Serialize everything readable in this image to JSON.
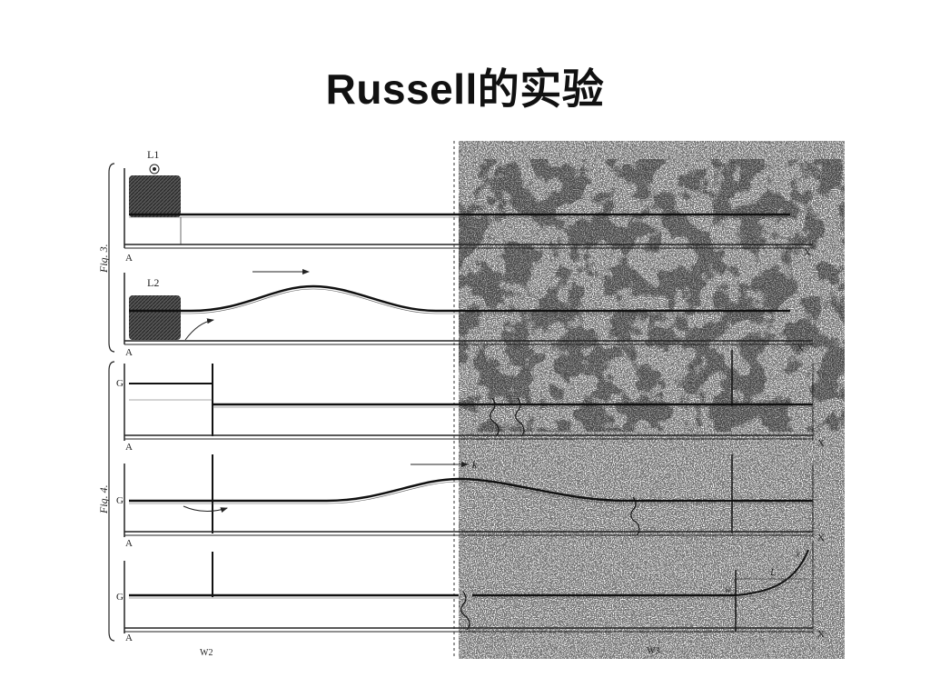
{
  "slide": {
    "title": "Russell的实验"
  },
  "figure": {
    "fig3_caption": "Fig. 3.",
    "fig4_caption": "Fig. 4.",
    "weight_labels": [
      "L1",
      "L2"
    ],
    "left_labels": [
      "A",
      "A",
      "A",
      "A",
      "A"
    ],
    "right_labels": [
      "X",
      "X",
      "X",
      "X",
      "X"
    ],
    "g_labels": [
      "G",
      "G",
      "G"
    ],
    "wave_label": "k",
    "curve_labels": [
      "w",
      "L",
      "x"
    ],
    "bottom_labels": [
      "W2",
      "W3"
    ]
  }
}
